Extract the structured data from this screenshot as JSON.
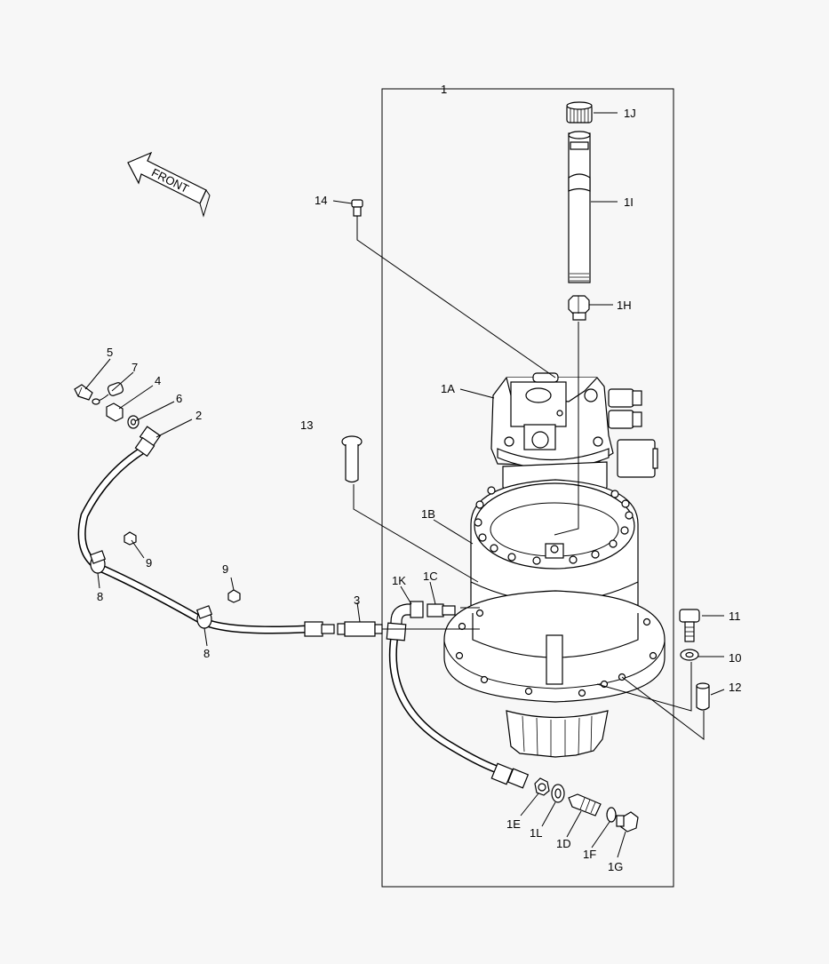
{
  "arrow": {
    "text": "FRONT"
  },
  "callouts": [
    {
      "id": "c-1",
      "text": "1"
    },
    {
      "id": "c-1J",
      "text": "1J"
    },
    {
      "id": "c-1I",
      "text": "1I"
    },
    {
      "id": "c-14",
      "text": "14"
    },
    {
      "id": "c-1H",
      "text": "1H"
    },
    {
      "id": "c-1A",
      "text": "1A"
    },
    {
      "id": "c-5",
      "text": "5"
    },
    {
      "id": "c-7",
      "text": "7"
    },
    {
      "id": "c-4",
      "text": "4"
    },
    {
      "id": "c-6",
      "text": "6"
    },
    {
      "id": "c-2",
      "text": "2"
    },
    {
      "id": "c-13",
      "text": "13"
    },
    {
      "id": "c-1B",
      "text": "1B"
    },
    {
      "id": "c-9a",
      "text": "9"
    },
    {
      "id": "c-9b",
      "text": "9"
    },
    {
      "id": "c-8a",
      "text": "8"
    },
    {
      "id": "c-8b",
      "text": "8"
    },
    {
      "id": "c-1K",
      "text": "1K"
    },
    {
      "id": "c-1C",
      "text": "1C"
    },
    {
      "id": "c-3",
      "text": "3"
    },
    {
      "id": "c-11",
      "text": "11"
    },
    {
      "id": "c-10",
      "text": "10"
    },
    {
      "id": "c-12",
      "text": "12"
    },
    {
      "id": "c-1E",
      "text": "1E"
    },
    {
      "id": "c-1L",
      "text": "1L"
    },
    {
      "id": "c-1D",
      "text": "1D"
    },
    {
      "id": "c-1F",
      "text": "1F"
    },
    {
      "id": "c-1G",
      "text": "1G"
    }
  ]
}
